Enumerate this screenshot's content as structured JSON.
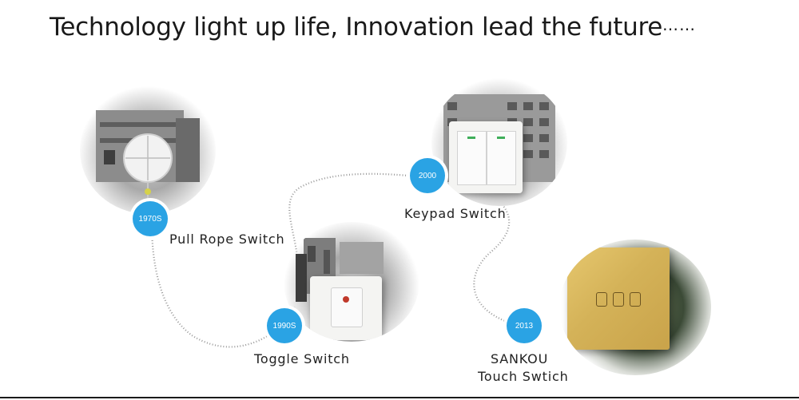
{
  "headline": {
    "text": "Technology light up life, Innovation lead the future",
    "dots": "……"
  },
  "milestones": [
    {
      "year": "1970S",
      "name": "Pull Rope Switch"
    },
    {
      "year": "1990S",
      "name": "Toggle Switch"
    },
    {
      "year": "2000",
      "name": "Keypad Switch"
    },
    {
      "year": "2013",
      "name_line1": "SANKOU",
      "name_line2": "Touch Swtich"
    }
  ],
  "colors": {
    "badge": "#2aa3e4",
    "gold_panel": "#d4b258",
    "text": "#222222"
  }
}
